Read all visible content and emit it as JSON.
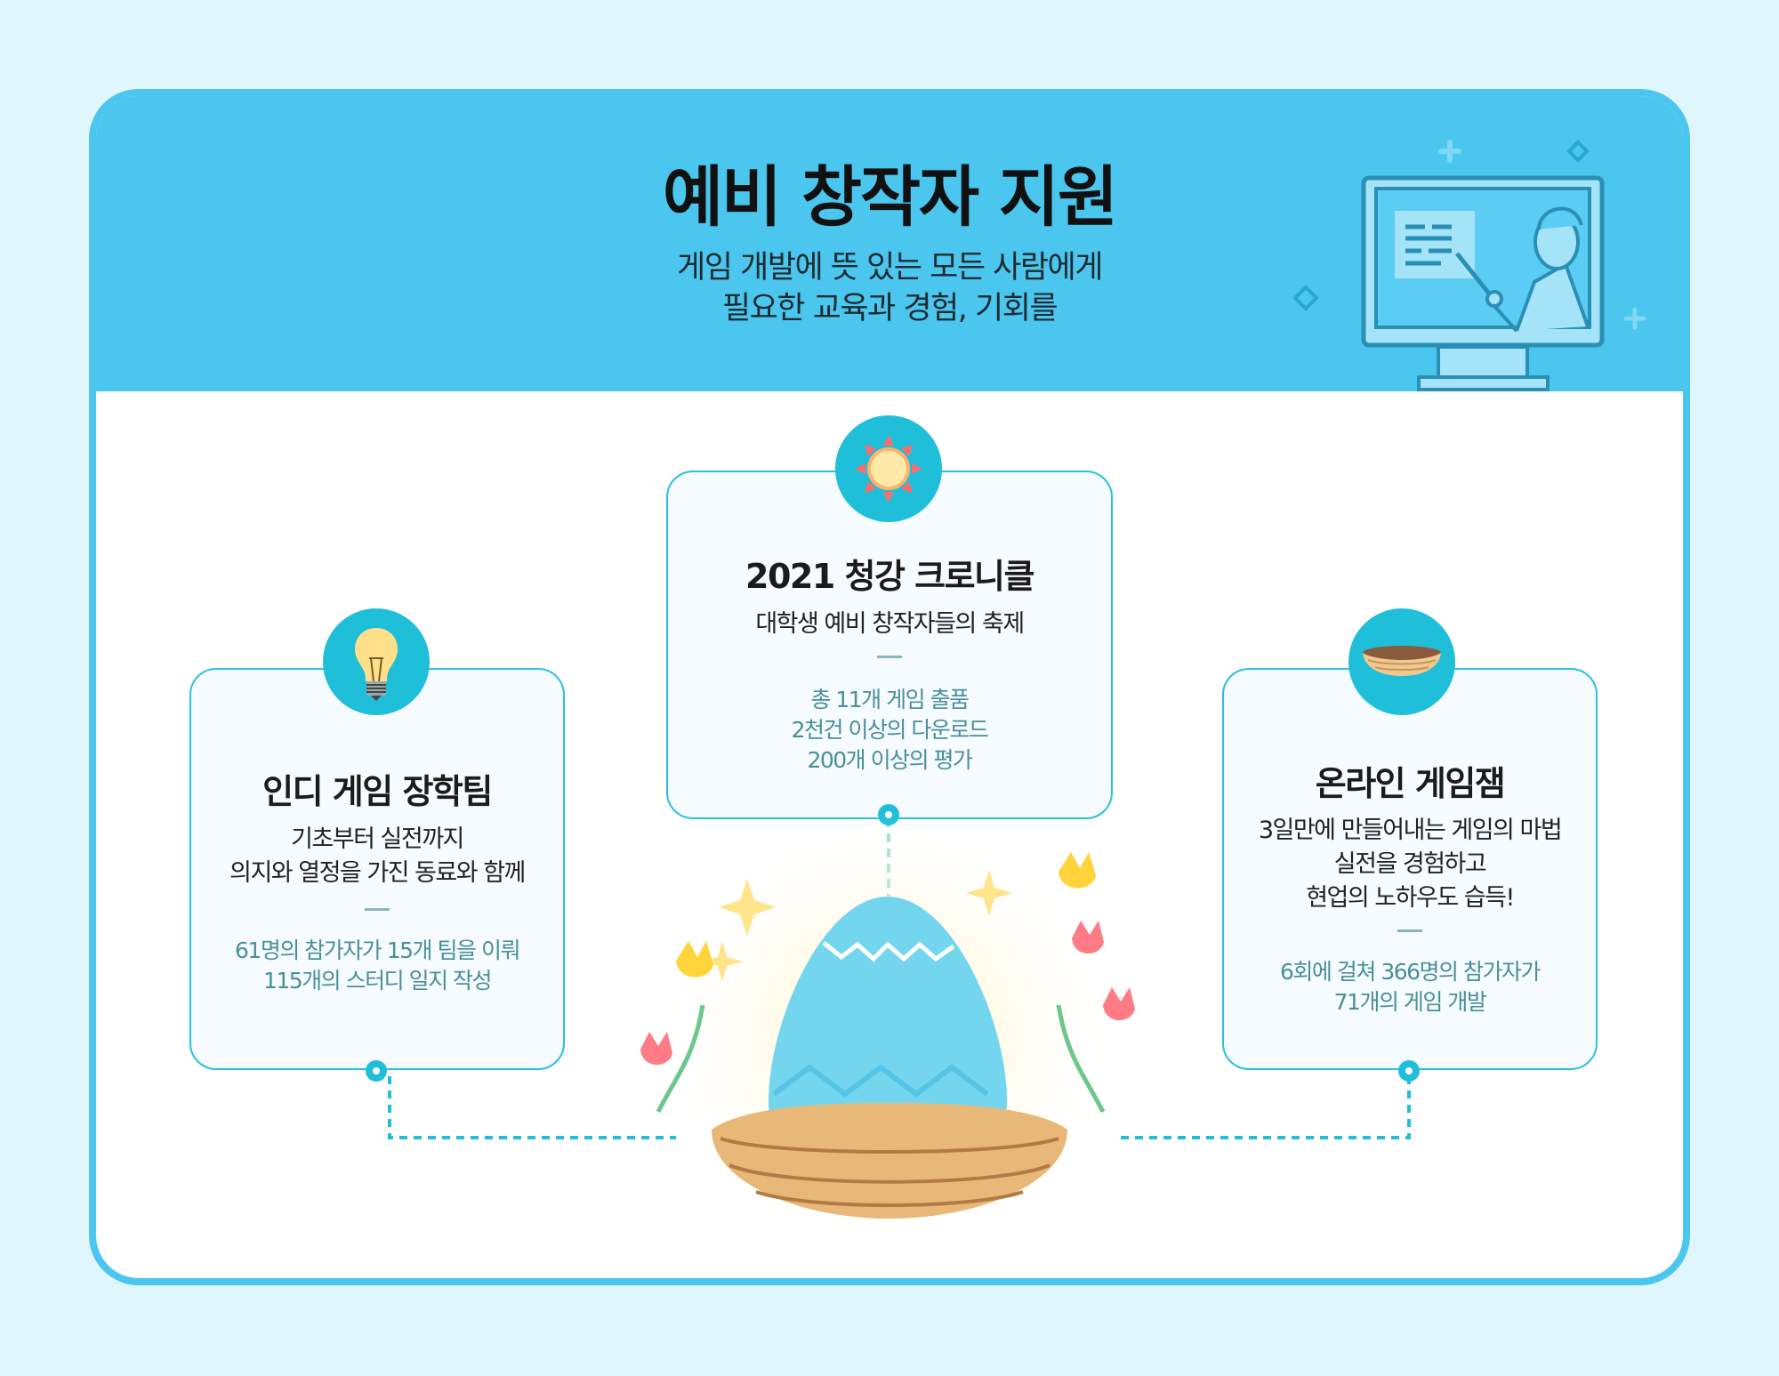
{
  "header": {
    "title": "예비 창작자 지원",
    "subtitle_lines": [
      "게임 개발에 뜻 있는 모든 사람에게",
      "필요한 교육과 경험, 기회를"
    ]
  },
  "cards": [
    {
      "title": "2021 청강 크로니클",
      "lines": [
        "대학생 예비 창작자들의 축제"
      ],
      "stats": [
        "총 11개 게임 출품",
        "2천건 이상의 다운로드",
        "200개 이상의 평가"
      ],
      "icon": "sun-icon"
    },
    {
      "title": "인디 게임 장학팀",
      "lines": [
        "기초부터 실전까지",
        "의지와 열정을 가진 동료와 함께"
      ],
      "stats": [
        "61명의 참가자가 15개 팀을 이뤄",
        "115개의 스터디 일지 작성"
      ],
      "icon": "lightbulb-icon"
    },
    {
      "title": "온라인 게임잼",
      "lines": [
        "3일만에 만들어내는 게임의 마법",
        "실전을 경험하고",
        "현업의 노하우도 습득!"
      ],
      "stats": [
        "6회에 걸쳐 366명의 참가자가",
        "71개의 게임 개발"
      ],
      "icon": "nest-icon"
    }
  ],
  "colors": {
    "accent": "#4ac6ef",
    "circle": "#1fbfda",
    "stat": "#4a8f9a",
    "background": "#e0f6fd"
  }
}
